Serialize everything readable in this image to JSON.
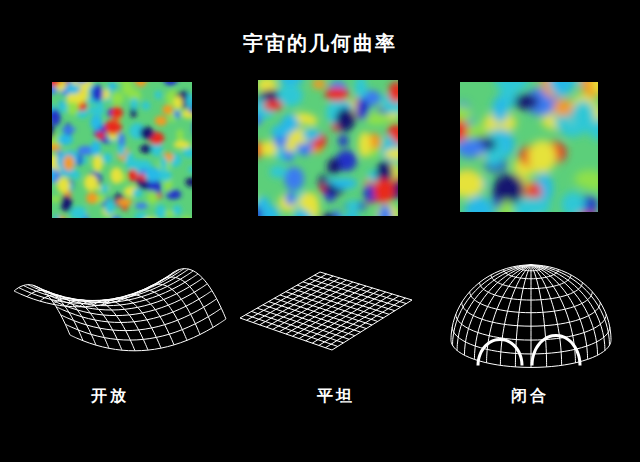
{
  "diagram": {
    "title": "宇宙的几何曲率",
    "labels": [
      "开放",
      "平坦",
      "闭合"
    ]
  }
}
